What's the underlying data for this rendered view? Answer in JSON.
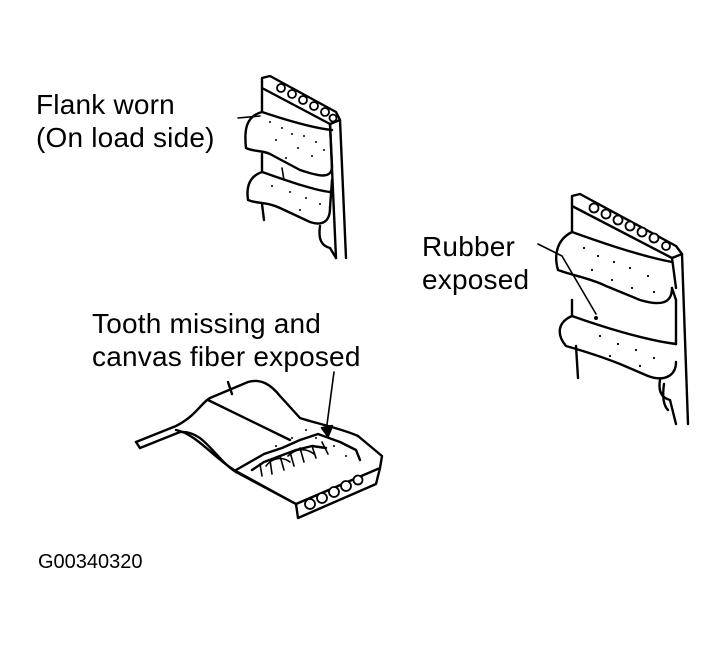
{
  "labels": {
    "flank_worn_line1": "Flank worn",
    "flank_worn_line2": "(On load side)",
    "rubber_line1": "Rubber",
    "rubber_line2": "exposed",
    "tooth_line1": "Tooth missing and",
    "tooth_line2": "canvas fiber exposed"
  },
  "figure_id": "G00340320"
}
